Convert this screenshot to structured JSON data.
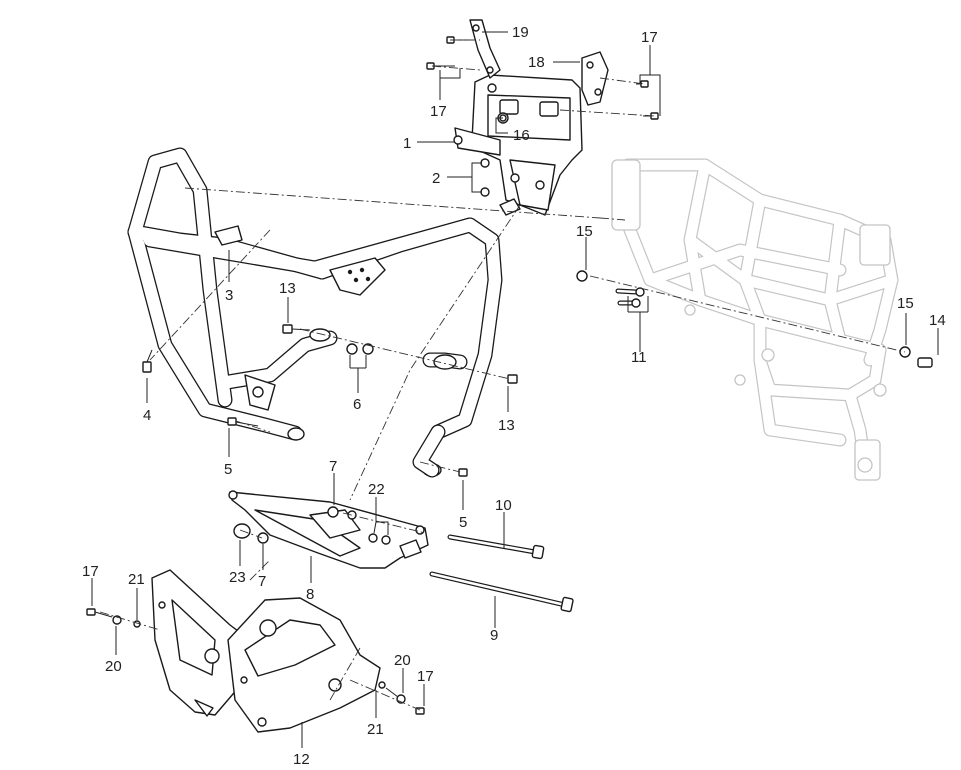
{
  "callouts": [
    {
      "id": "c1",
      "text": "1"
    },
    {
      "id": "c2",
      "text": "2"
    },
    {
      "id": "c3",
      "text": "3"
    },
    {
      "id": "c4",
      "text": "4"
    },
    {
      "id": "c5a",
      "text": "5"
    },
    {
      "id": "c5b",
      "text": "5"
    },
    {
      "id": "c6",
      "text": "6"
    },
    {
      "id": "c7a",
      "text": "7"
    },
    {
      "id": "c7b",
      "text": "7"
    },
    {
      "id": "c8",
      "text": "8"
    },
    {
      "id": "c9",
      "text": "9"
    },
    {
      "id": "c10",
      "text": "10"
    },
    {
      "id": "c11",
      "text": "11"
    },
    {
      "id": "c12",
      "text": "12"
    },
    {
      "id": "c13a",
      "text": "13"
    },
    {
      "id": "c13b",
      "text": "13"
    },
    {
      "id": "c14",
      "text": "14"
    },
    {
      "id": "c15a",
      "text": "15"
    },
    {
      "id": "c15b",
      "text": "15"
    },
    {
      "id": "c16",
      "text": "16"
    },
    {
      "id": "c17a",
      "text": "17"
    },
    {
      "id": "c17b",
      "text": "17"
    },
    {
      "id": "c17c",
      "text": "17"
    },
    {
      "id": "c17d",
      "text": "17"
    },
    {
      "id": "c18",
      "text": "18"
    },
    {
      "id": "c19",
      "text": "19"
    },
    {
      "id": "c20a",
      "text": "20"
    },
    {
      "id": "c20b",
      "text": "20"
    },
    {
      "id": "c21a",
      "text": "21"
    },
    {
      "id": "c21b",
      "text": "21"
    },
    {
      "id": "c22",
      "text": "22"
    },
    {
      "id": "c23",
      "text": "23"
    }
  ],
  "colors": {
    "line": "#1a1a1a",
    "ghost_frame": "#c4c4c4",
    "background": "#ffffff"
  }
}
